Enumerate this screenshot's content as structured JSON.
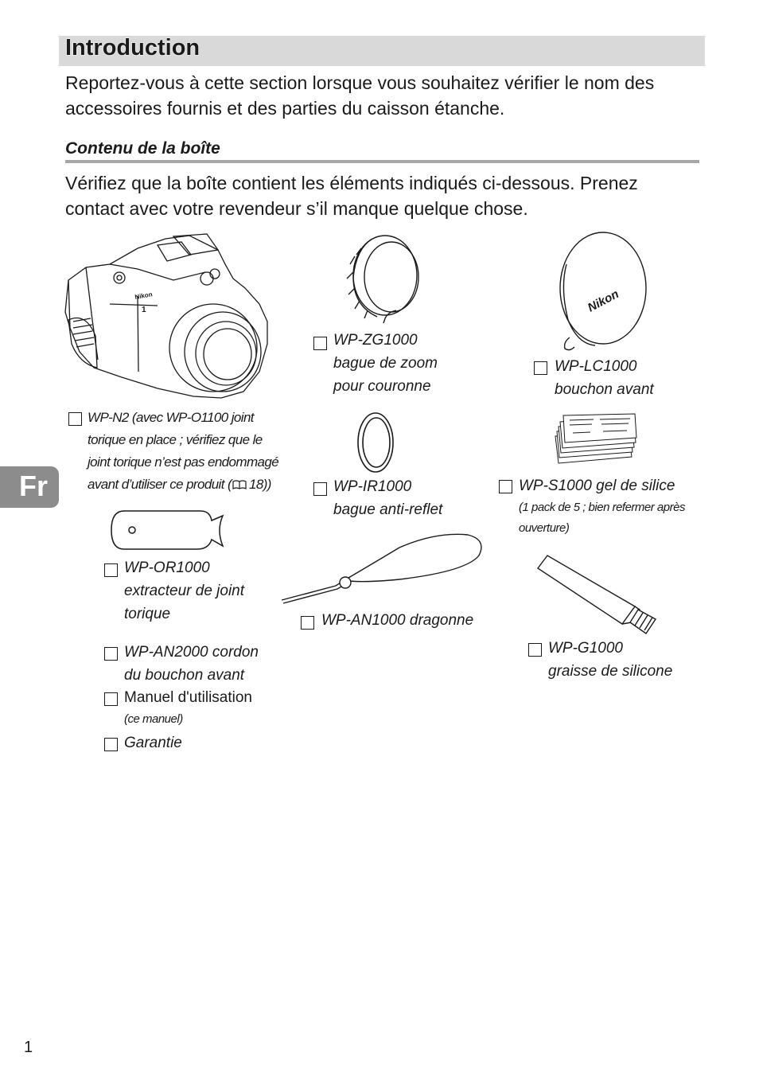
{
  "section": {
    "title": "Introduction",
    "intro": "Reportez-vous à cette section lorsque vous souhaitez vérifier le nom des accessoires fournis et des parties du caisson étanche."
  },
  "contents": {
    "title": "Contenu de la boîte",
    "text": "Vérifiez que la boîte contient les éléments indiqués ci-dessous. Prenez contact avec votre revendeur s’il manque quelque chose."
  },
  "items": {
    "housing": {
      "lines": [
        "WP-N2 (avec WP-O1100 joint",
        "torique en place ; vérifiez que le",
        "joint torique n’est pas endommagé"
      ],
      "last_prefix": "avant d’utiliser ce produit (",
      "last_ref": "18))",
      "book_icon": "book-icon",
      "brand": "Nikon",
      "model_mark": "1"
    },
    "zoom_ring": {
      "line1": "WP-ZG1000",
      "line2": "bague de zoom",
      "line3": "pour couronne"
    },
    "lens_cap": {
      "line1": "WP-LC1000",
      "line2": "bouchon avant",
      "brand": "Nikon"
    },
    "ir_ring": {
      "line1": "WP-IR1000",
      "line2": "bague anti-reflet"
    },
    "silica": {
      "line1": "WP-S1000 gel de silice",
      "line2": "(1 pack de 5 ; bien refermer après",
      "line3": "ouverture)"
    },
    "opener": {
      "line1": "WP-OR1000",
      "line2": "extracteur de joint",
      "line3": "torique"
    },
    "strap": {
      "line1": "WP-AN1000 dragonne"
    },
    "grease": {
      "line1": "WP-G1000",
      "line2": "graisse de silicone"
    },
    "cord": {
      "line1": "WP-AN2000 cordon",
      "line2": "du bouchon avant"
    },
    "manual": {
      "line1": "Manuel d'utilisation",
      "line2": "(ce manuel)"
    },
    "warranty": {
      "line1": "Garantie"
    }
  },
  "tab": {
    "language": "Fr"
  },
  "page": {
    "number": "1"
  },
  "colors": {
    "section_bar": "#d9d9d9",
    "rule": "#a6a6a6",
    "tab": "#8c8c8c"
  }
}
